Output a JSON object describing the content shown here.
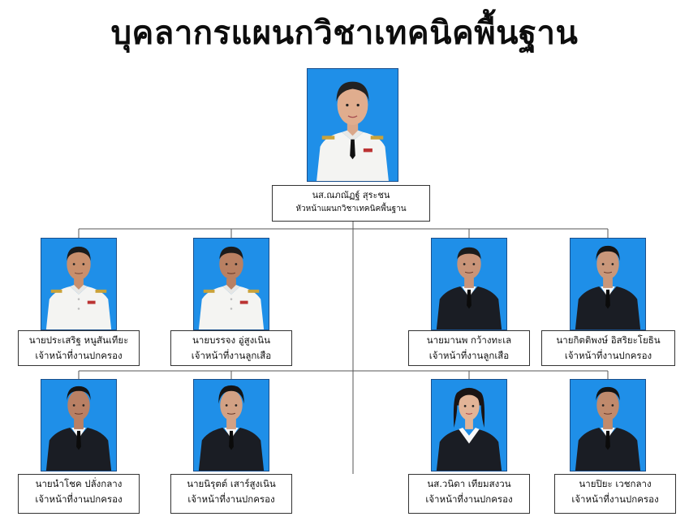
{
  "title": "บุคลากรแผนกวิชาเทคนิคพื้นฐาน",
  "colors": {
    "photo_bg": "#1f8fe8",
    "line": "#555555",
    "white_uniform": "#f4f4f2",
    "suit": "#1a1d24"
  },
  "head": {
    "name": "นส.ณภณัฏฐ์ สุระชน",
    "role": "หัวหน้าแผนกวิชาเทคนิคพื้นฐาน",
    "attire": "white-uniform-female"
  },
  "row1": [
    {
      "name": "นายประเสริฐ หนูสันเทียะ",
      "role": "เจ้าหน้าที่งานปกครอง",
      "attire": "white-uniform"
    },
    {
      "name": "นายบรรจง อู่สูงเนิน",
      "role": "เจ้าหน้าที่งานลูกเสือ",
      "attire": "white-uniform"
    },
    {
      "name": "นายมานพ กว้างทะเล",
      "role": "เจ้าหน้าที่งานลูกเสือ",
      "attire": "black-suit"
    },
    {
      "name": "นายกิตติพงษ์ อิสริยะโยธิน",
      "role": "เจ้าหน้าที่งานปกครอง",
      "attire": "black-suit"
    }
  ],
  "row2": [
    {
      "name": "นายนำโชค ปลั่งกลาง",
      "role": "เจ้าหน้าที่งานปกครอง",
      "attire": "black-suit"
    },
    {
      "name": "นายนิรุตต์ เสาร์สูงเนิน",
      "role": "เจ้าหน้าที่งานปกครอง",
      "attire": "black-suit"
    },
    {
      "name": "นส.วนิดา เทียมสงวน",
      "role": "เจ้าหน้าที่งานปกครอง",
      "attire": "black-suit-female"
    },
    {
      "name": "นายปิยะ  เวชกลาง",
      "role": "เจ้าหน้าที่งานปกครอง",
      "attire": "black-suit"
    }
  ]
}
